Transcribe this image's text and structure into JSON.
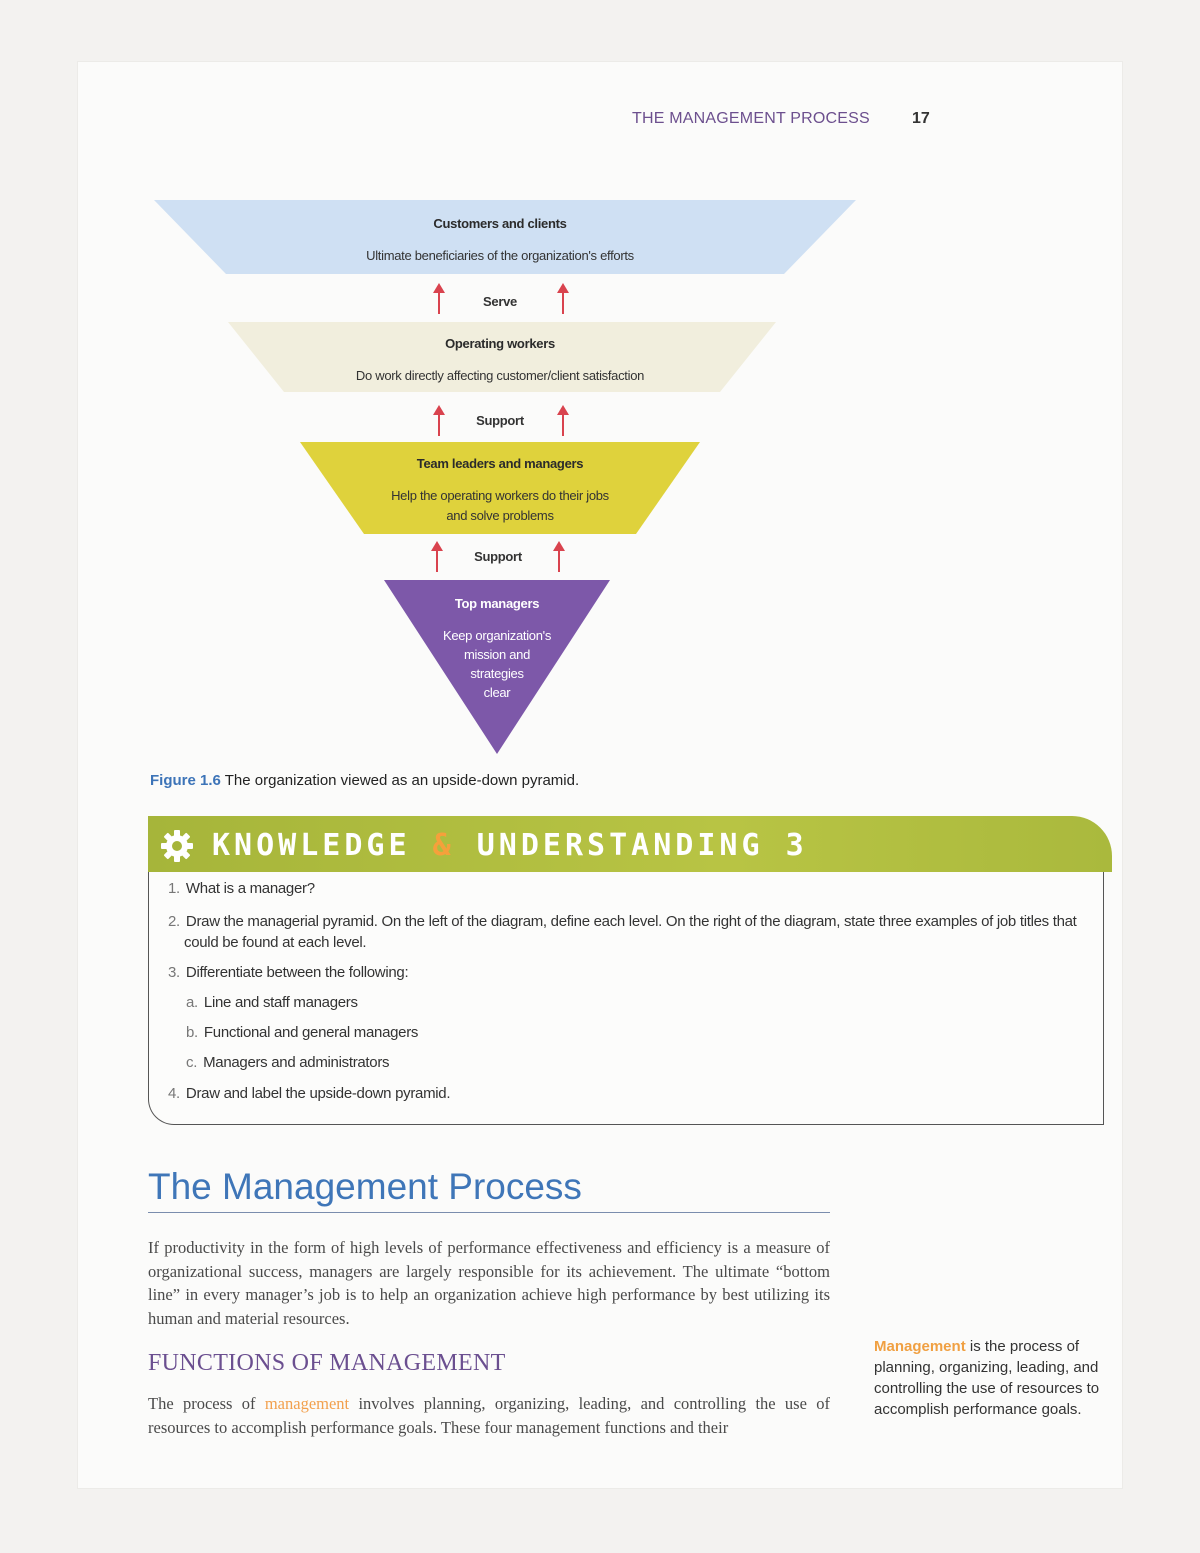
{
  "header": {
    "running_head": "THE MANAGEMENT PROCESS",
    "page_number": "17"
  },
  "colors": {
    "level1": "#cfe0f3",
    "level2": "#f1eedd",
    "level3": "#dfd23c",
    "level4": "#7d58a9",
    "arrow": "#d9434e",
    "accent_blue": "#3f76b8",
    "accent_purple": "#6b4f90",
    "banner_green": "#a6b53a",
    "term_orange": "#f2a04d"
  },
  "icons": {
    "gear": "gear-icon",
    "arrow": "arrow-up-icon"
  },
  "pyramid": {
    "levels": [
      {
        "title": "Customers and clients",
        "desc": [
          "Ultimate beneficiaries of the organization's efforts"
        ]
      },
      {
        "title": "Operating workers",
        "desc": [
          "Do work directly affecting customer/client satisfaction"
        ]
      },
      {
        "title": "Team leaders and managers",
        "desc": [
          "Help the operating workers do their jobs",
          "and solve problems"
        ]
      },
      {
        "title": "Top managers",
        "desc": [
          "Keep organization's",
          "mission and",
          "strategies",
          "clear"
        ]
      }
    ],
    "connectors": [
      "Serve",
      "Support",
      "Support"
    ]
  },
  "figure": {
    "label": "Figure 1.6",
    "caption": "The organization viewed as an upside-down pyramid."
  },
  "ku": {
    "title_a": "KNOWLEDGE",
    "title_amp": "&",
    "title_b": "UNDERSTANDING 3",
    "q1": {
      "n": "1.",
      "text": "What is a manager?"
    },
    "q2": {
      "n": "2.",
      "line1": "Draw the managerial pyramid. On the left of the diagram, define each level. On the right of the diagram, state three examples of job titles that",
      "line2": "could be found at each level."
    },
    "q3": {
      "n": "3.",
      "text": "Differentiate between the following:"
    },
    "q3a": {
      "n": "a.",
      "text": "Line and staff managers"
    },
    "q3b": {
      "n": "b.",
      "text": "Functional and general managers"
    },
    "q3c": {
      "n": "c.",
      "text": "Managers and administrators"
    },
    "q4": {
      "n": "4.",
      "text": "Draw and label the upside-down pyramid."
    }
  },
  "section": {
    "title": "The Management Process",
    "para1": "If productivity in the form of high levels of performance effectiveness and efficiency is a measure of organizational success, managers are largely responsible for its achievement. The ultimate “bottom line” in every manager’s job is to help an organization achieve high performance by best utilizing its human and material resources.",
    "subtitle": "FUNCTIONS OF MANAGEMENT",
    "para2_before": "The process of ",
    "para2_term": "management",
    "para2_after": " involves planning, organizing, leading, and controlling the use of resources to accomplish performance goals. These four management functions and their"
  },
  "margin_note": {
    "term": "Management",
    "text": " is the process of planning, organizing, leading, and controlling the use of resources to accomplish performance goals."
  }
}
